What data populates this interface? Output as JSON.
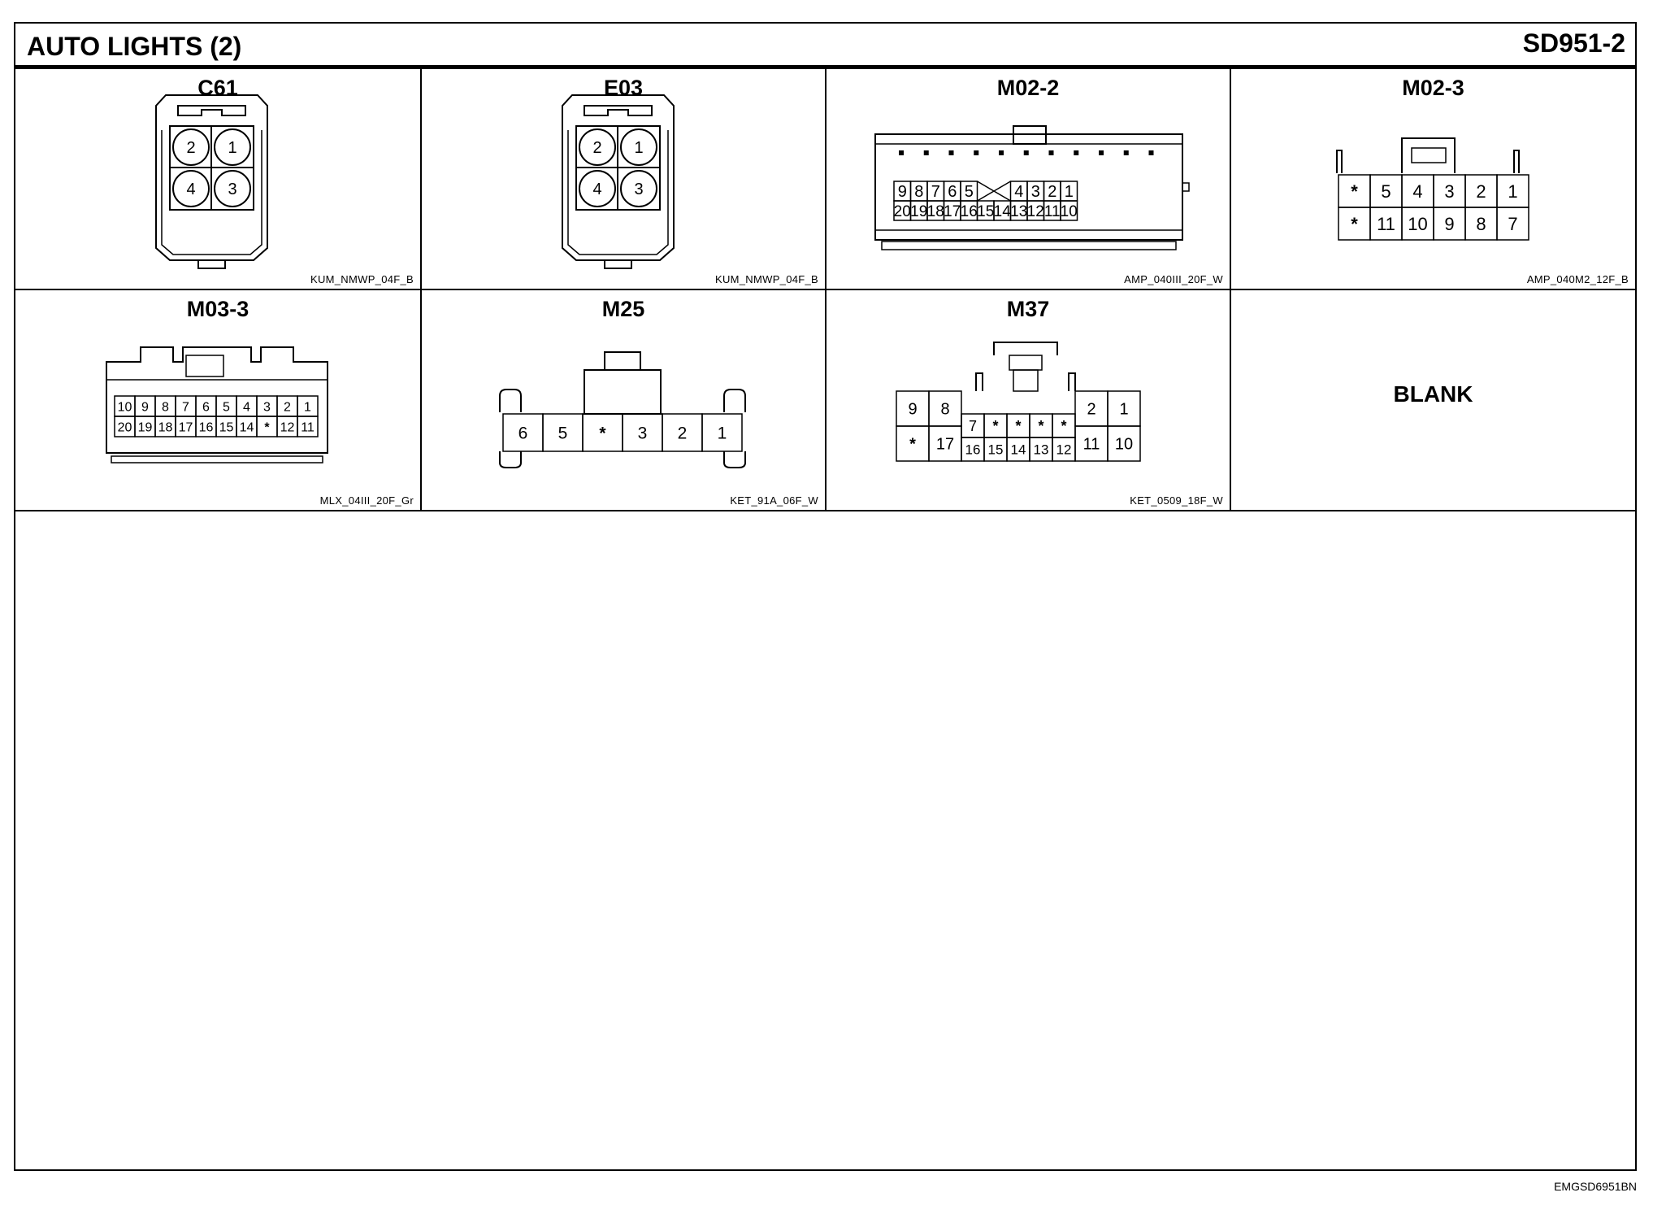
{
  "header": {
    "title": "AUTO LIGHTS (2)",
    "code": "SD951-2"
  },
  "connectors": [
    {
      "id": "c61",
      "name": "C61",
      "type": "KUM_NMWP_04F_B",
      "pins": [
        "2",
        "1",
        "4",
        "3"
      ]
    },
    {
      "id": "e03",
      "name": "E03",
      "type": "KUM_NMWP_04F_B",
      "pins": [
        "2",
        "1",
        "4",
        "3"
      ]
    },
    {
      "id": "m02-2",
      "name": "M02-2",
      "type": "AMP_040III_20F_W",
      "row1": [
        "9",
        "8",
        "7",
        "6",
        "5",
        "4",
        "3",
        "2",
        "1"
      ],
      "row2": [
        "20",
        "19",
        "18",
        "17",
        "16",
        "15",
        "14",
        "13",
        "12",
        "11",
        "10"
      ]
    },
    {
      "id": "m02-3",
      "name": "M02-3",
      "type": "AMP_040M2_12F_B",
      "row1": [
        "*",
        "5",
        "4",
        "3",
        "2",
        "1"
      ],
      "row2": [
        "*",
        "11",
        "10",
        "9",
        "8",
        "7"
      ]
    },
    {
      "id": "m03-3",
      "name": "M03-3",
      "type": "MLX_04III_20F_Gr",
      "row1": [
        "10",
        "9",
        "8",
        "7",
        "6",
        "5",
        "4",
        "3",
        "2",
        "1"
      ],
      "row2": [
        "20",
        "19",
        "18",
        "17",
        "16",
        "15",
        "14",
        "*",
        "12",
        "11"
      ]
    },
    {
      "id": "m25",
      "name": "M25",
      "type": "KET_91A_06F_W",
      "pins": [
        "6",
        "5",
        "*",
        "3",
        "2",
        "1"
      ]
    },
    {
      "id": "m37",
      "name": "M37",
      "type": "KET_0509_18F_W",
      "left": [
        "9",
        "8",
        "*",
        "17"
      ],
      "mid_top": [
        "7",
        "*",
        "*",
        "*",
        "*"
      ],
      "mid_bottom": [
        "16",
        "15",
        "14",
        "13",
        "12"
      ],
      "right": [
        "2",
        "1",
        "11",
        "10"
      ]
    },
    {
      "id": "blank",
      "name": "",
      "type": "",
      "label": "BLANK"
    }
  ],
  "footer": {
    "code": "EMGSD6951BN"
  }
}
